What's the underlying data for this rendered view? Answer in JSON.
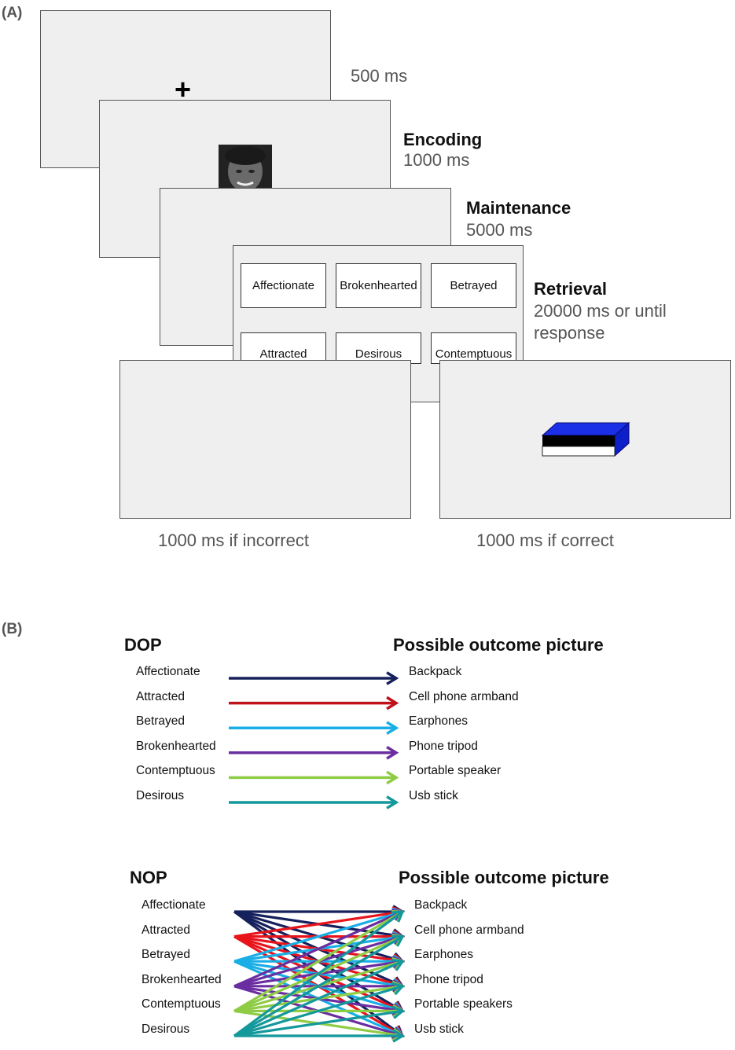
{
  "panelA": {
    "label": "(A)",
    "fixation_symbol": "+",
    "fixation_time": "500 ms",
    "encoding": {
      "title": "Encoding",
      "time": "1000 ms"
    },
    "maintenance": {
      "title": "Maintenance",
      "time": "5000 ms"
    },
    "retrieval": {
      "title": "Retrieval",
      "time_line1": "20000 ms or until",
      "time_line2": "response",
      "options": [
        "Affectionate",
        "Brokenhearted",
        "Betrayed",
        "Attracted",
        "Desirous",
        "Contemptuous"
      ]
    },
    "feedback_incorrect": "1000 ms if incorrect",
    "feedback_correct": "1000 ms if correct",
    "reward_colors": {
      "top": "#1a2fe6",
      "side": "#0d1fc8",
      "band": "#000000",
      "base": "#ffffff"
    }
  },
  "panelB": {
    "label": "(B)",
    "dop": {
      "title": "DOP",
      "outcome_title": "Possible outcome picture",
      "emotions": [
        "Affectionate",
        "Attracted",
        "Betrayed",
        "Brokenhearted",
        "Contemptuous",
        "Desirous"
      ],
      "outcomes": [
        "Backpack",
        "Cell phone armband",
        "Earphones",
        "Phone tripod",
        "Portable speaker",
        "Usb stick"
      ]
    },
    "nop": {
      "title": "NOP",
      "outcome_title": "Possible outcome picture",
      "emotions": [
        "Affectionate",
        "Attracted",
        "Betrayed",
        "Brokenhearted",
        "Contemptuous",
        "Desirous"
      ],
      "outcomes": [
        "Backpack",
        "Cell phone armband",
        "Earphones",
        "Phone tripod",
        "Portable speakers",
        "Usb stick"
      ]
    },
    "arrow_colors": [
      "#15205c",
      "#c0121b",
      "#19aee6",
      "#6a2ea0",
      "#8fcc45",
      "#14989c"
    ],
    "nop_arrow_colors": [
      "#15205c",
      "#e8141c",
      "#19aee6",
      "#6a2ea0",
      "#8fcc45",
      "#14989c"
    ]
  }
}
